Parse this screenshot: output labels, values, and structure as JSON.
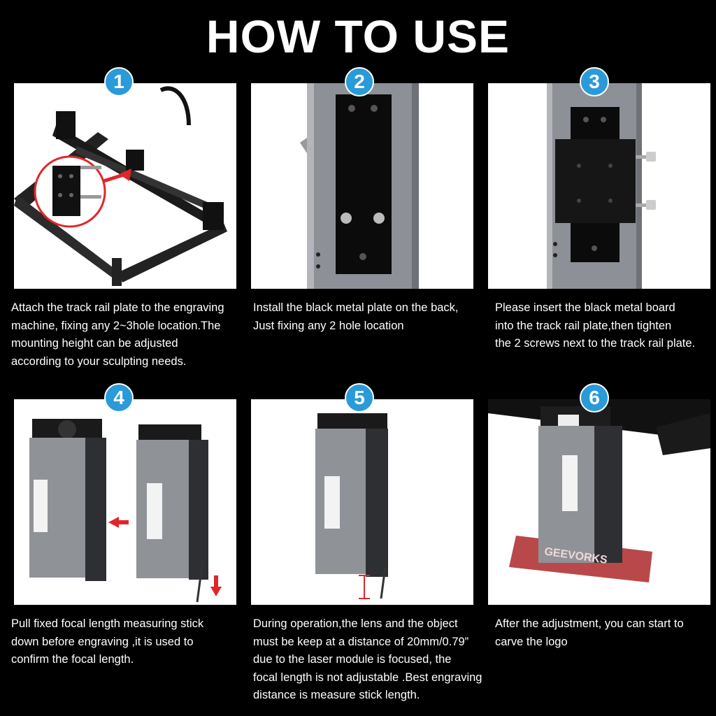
{
  "title": "HOW TO USE",
  "accent_color": "#2a9ad8",
  "steps": [
    {
      "number": "1",
      "text": "Attach the track rail plate to the engraving\nmachine, fixing any 2~3hole location.The\nmounting height can be adjusted\naccording to your sculpting needs."
    },
    {
      "number": "2",
      "text": "Install the black metal plate on the back,\nJust fixing any 2 hole location"
    },
    {
      "number": "3",
      "text": "Please insert the black metal board\ninto the track rail plate,then tighten\nthe 2 screws next to the track rail plate."
    },
    {
      "number": "4",
      "text": "Pull fixed focal length measuring stick\ndown before engraving ,it is used to\nconfirm the focal length."
    },
    {
      "number": "5",
      "text": "During operation,the lens and the object\nmust be keep at a distance of 20mm/0.79”\ndue to the laser module is focused, the\nfocal length is not adjustable .Best engraving\ndistance is measure stick length."
    },
    {
      "number": "6",
      "text": "After the adjustment, you can start to\ncarve the logo"
    }
  ],
  "logo_text": "GEEVORKS"
}
